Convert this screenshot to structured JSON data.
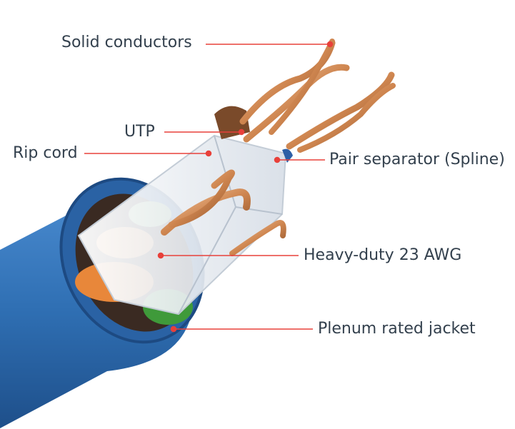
{
  "labels": {
    "solid_conductors": "Solid conductors",
    "utp": "UTP",
    "rip_cord": "Rip cord",
    "pair_separator": "Pair separator (Spline)",
    "heavy_duty": "Heavy-duty 23 AWG",
    "plenum_jacket": "Plenum rated jacket"
  },
  "colors": {
    "leader_line": "#e8403a",
    "label_text": "#33404d",
    "jacket": "#2f6fb3",
    "copper": "#d08a55",
    "separator": "#e9edf2"
  }
}
